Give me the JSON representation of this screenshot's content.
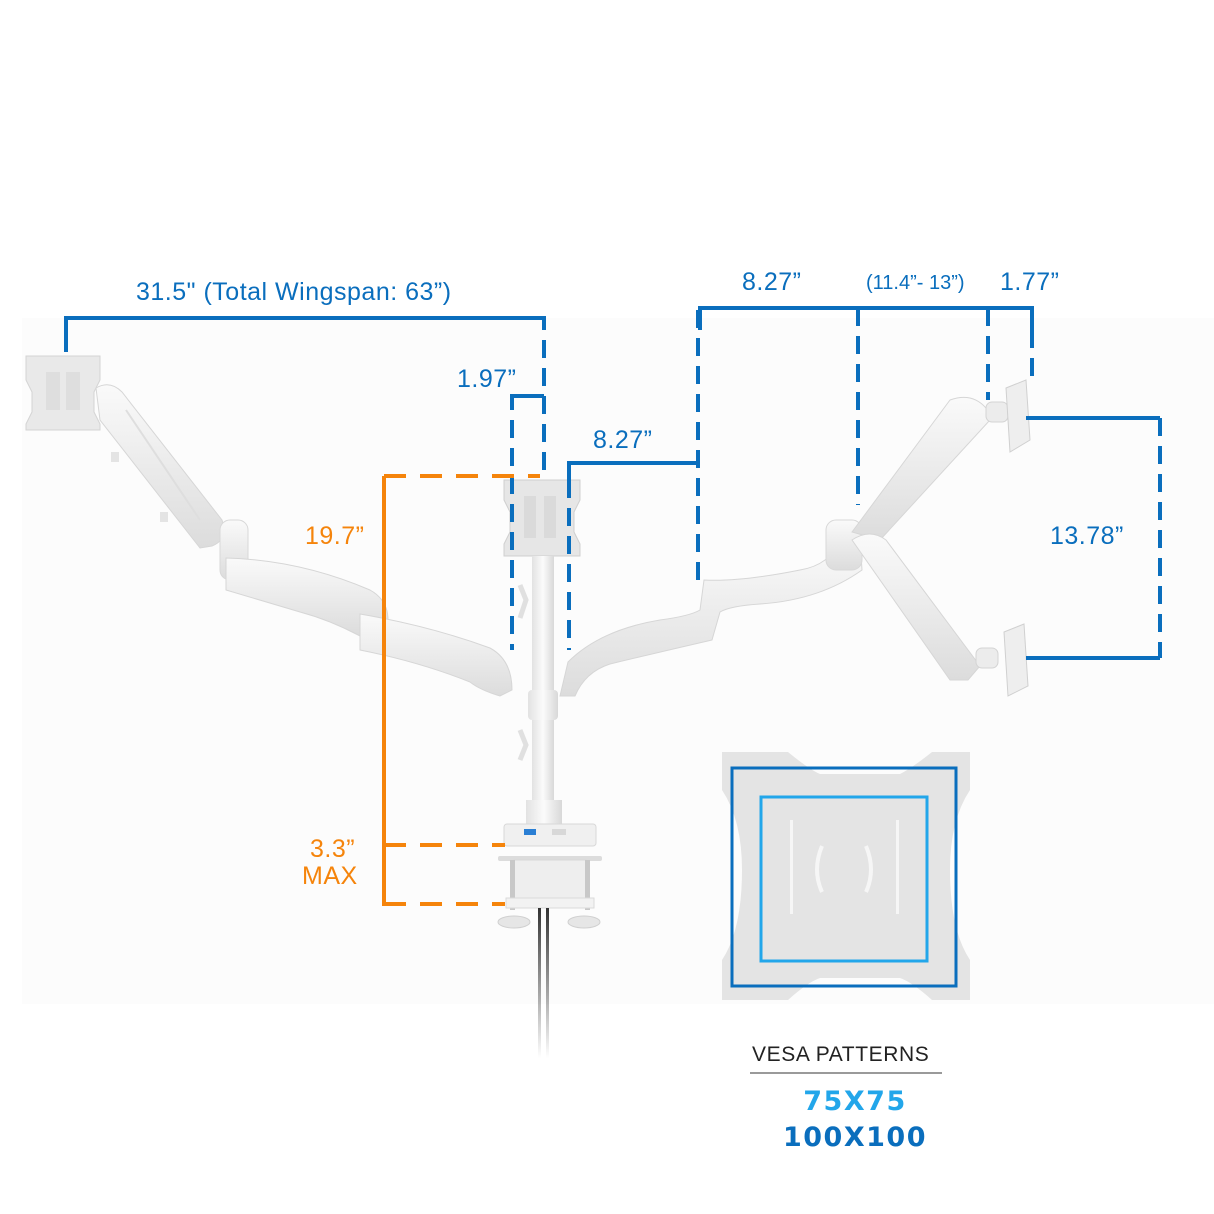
{
  "diagram": {
    "subject": "Triple monitor arm desk mount with clamp",
    "colors": {
      "dimension_blue": "#0a6ebd",
      "dimension_orange": "#f5840b",
      "vesa_75_color": "#22a6ea",
      "vesa_100_color": "#0a6ebd",
      "mount_body": "#eeeeee"
    },
    "dimensions": {
      "wingspan": "31.5\" (Total Wingspan: 63”)",
      "center_offset": "1.97”",
      "right_lower_arm": "8.27”",
      "right_upper_arm": "8.27”",
      "right_arm_range": "(11.4”- 13”)",
      "right_tilt_offset": "1.77”",
      "right_vertical_span": "13.78”",
      "pole_height": "19.7”",
      "clamp_thickness": "3.3”",
      "clamp_thickness_note": "MAX"
    },
    "vesa": {
      "title": "VESA PATTERNS",
      "patterns": [
        "75X75",
        "100X100"
      ]
    }
  }
}
